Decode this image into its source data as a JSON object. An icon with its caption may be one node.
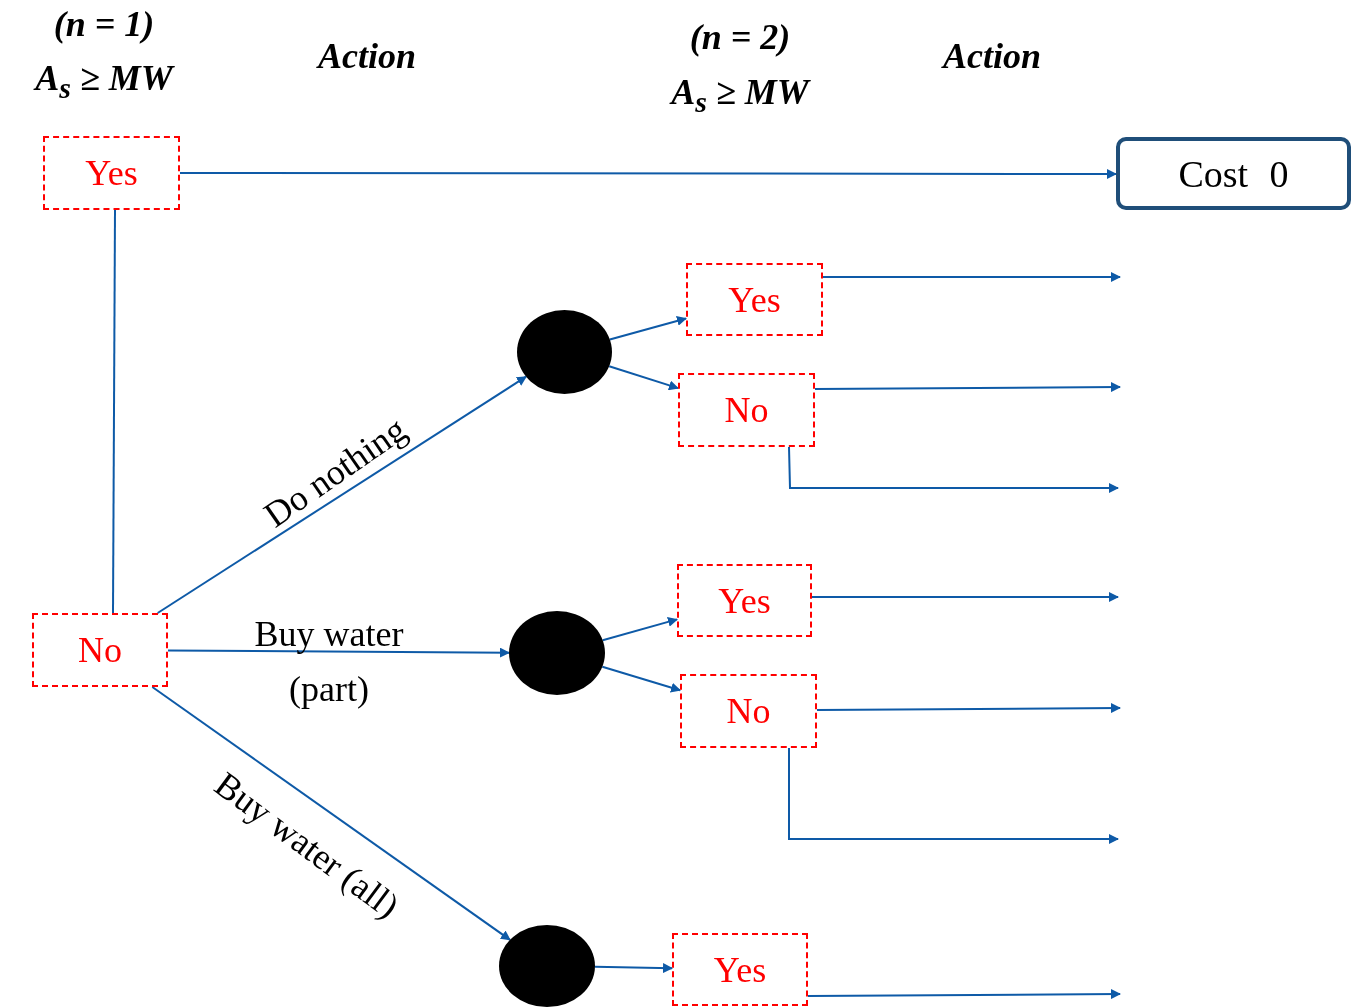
{
  "diagram": {
    "nodes": [
      {
        "text": [
          "Yes"
        ]
      },
      {
        "text": [
          "Cost 0"
        ]
      },
      {
        "text": [
          "No"
        ]
      },
      {
        "text": [],
        "shape": "circle"
      },
      {
        "text": [
          "Yes"
        ]
      },
      {
        "text": [
          "No"
        ]
      },
      {
        "text": [],
        "shape": "circle"
      },
      {
        "text": [
          "Yes"
        ]
      },
      {
        "text": [
          "No"
        ]
      },
      {
        "text": [],
        "shape": "circle"
      },
      {
        "text": [
          "Yes"
        ]
      }
    ],
    "edges": [
      {
        "from": 0,
        "to": 1,
        "arrow": "to"
      },
      {
        "from": 0,
        "to": 2,
        "arrow": "none"
      },
      {
        "from": 2,
        "to": 3,
        "arrow": "to",
        "label": "Do nothing"
      },
      {
        "from": 2,
        "to": 6,
        "arrow": "to",
        "label": "Buy water (part)"
      },
      {
        "from": 2,
        "to": 9,
        "arrow": "to",
        "label": "Buy water (all)"
      },
      {
        "from": 3,
        "to": 4,
        "arrow": "to"
      },
      {
        "from": 3,
        "to": 5,
        "arrow": "to"
      },
      {
        "from": 4,
        "to": null,
        "arrow": "to"
      },
      {
        "from": 5,
        "to": null,
        "arrow": "to"
      },
      {
        "from": 5,
        "to": null,
        "arrow": "to"
      },
      {
        "from": 6,
        "to": 7,
        "arrow": "to"
      },
      {
        "from": 6,
        "to": 8,
        "arrow": "to"
      },
      {
        "from": 7,
        "to": null,
        "arrow": "to"
      },
      {
        "from": 8,
        "to": null,
        "arrow": "to"
      },
      {
        "from": 8,
        "to": null,
        "arrow": "to"
      },
      {
        "from": 9,
        "to": 10,
        "arrow": "to"
      },
      {
        "from": 10,
        "to": null,
        "arrow": "to"
      }
    ],
    "labels": [
      "(n = 1)",
      "A$_{s}$ ≥ MW",
      "Action",
      "(n = 2)",
      "A$_{s}$ ≥ MW",
      "Action"
    ]
  }
}
